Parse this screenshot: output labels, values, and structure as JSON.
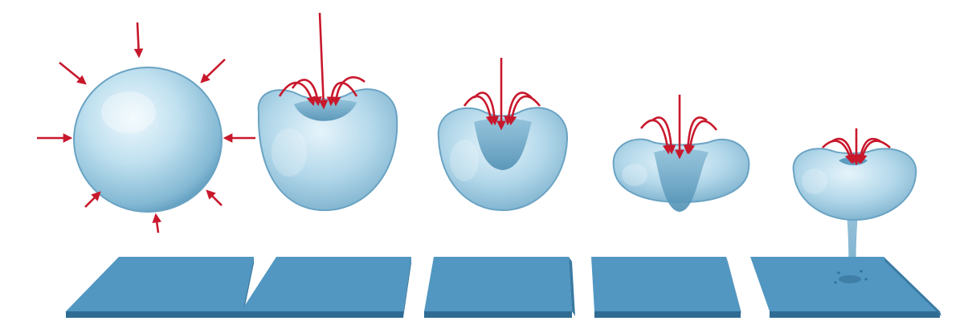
{
  "figure": {
    "stages": [
      {
        "shape": "sphere",
        "arrows": "radial-inward"
      },
      {
        "shape": "dimpled-sphere",
        "arrows": "axial-jet"
      },
      {
        "shape": "cored-drop",
        "arrows": "axial-jet"
      },
      {
        "shape": "deep-cored-drop",
        "arrows": "axial-jet"
      },
      {
        "shape": "torus-with-jet",
        "arrows": "axial-jet"
      }
    ],
    "colors": {
      "drop": "#a9d4e8",
      "drop_edge": "#4d8fb0",
      "arrow": "#c8182c",
      "plate_top": "#4f93bd",
      "plate_side": "#2f6b93"
    },
    "icons": [
      "arrow-icon"
    ]
  }
}
